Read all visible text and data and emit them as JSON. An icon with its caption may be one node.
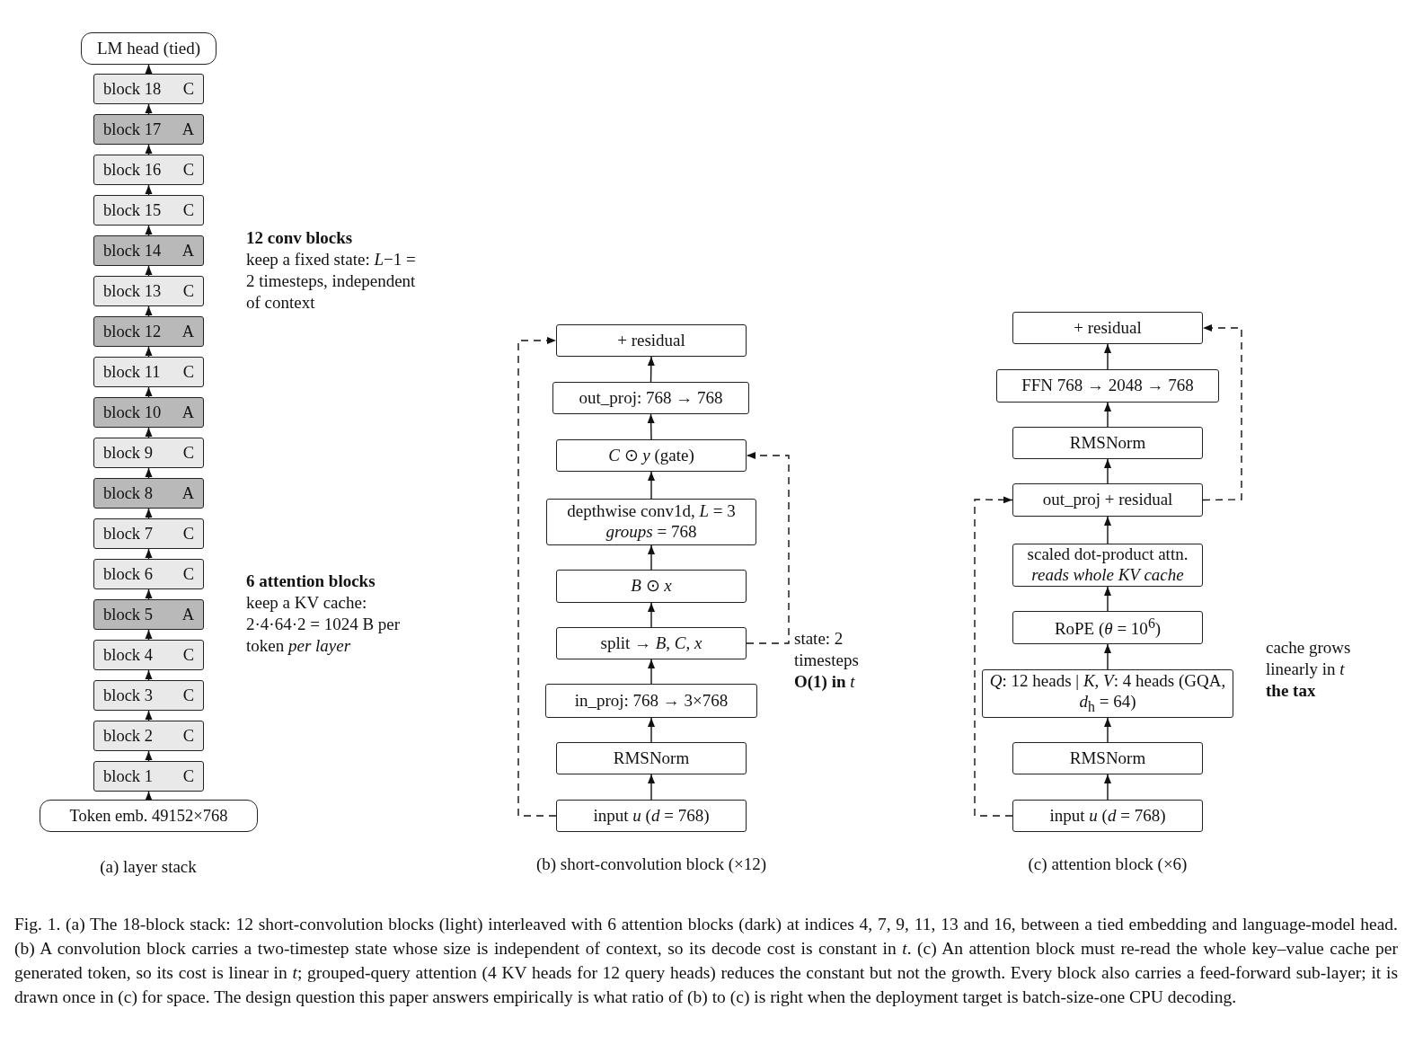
{
  "diagram": {
    "caption": "Fig. 1. (a) The 18-block stack: 12 short-convolution blocks (light) interleaved with 6 attention blocks (dark) at indices 4, 7, 9, 11, 13 and 16, between a tied embedding and language-model head. (b) A convolution block carries a two-timestep state whose size is independent of context, so its decode cost is constant in *t*. (c) An attention block must re-read the whole key–value cache per generated token, so its cost is linear in *t*; grouped-query attention (4 KV heads for 12 query heads) reduces the constant but not the growth. Every block also carries a feed-forward sub-layer; it is drawn once in (c) for space. The design question this paper answers empirically is what ratio of (b) to (c) is right when the deployment target is batch-size-one CPU decoding.",
    "nodes": [
      {
        "text": [
          "LM head (tied)"
        ]
      },
      {
        "text": [
          "block 18",
          "C"
        ]
      },
      {
        "text": [
          "block 17",
          "A"
        ]
      },
      {
        "text": [
          "block 16",
          "C"
        ]
      },
      {
        "text": [
          "block 15",
          "C"
        ]
      },
      {
        "text": [
          "block 14",
          "A"
        ]
      },
      {
        "text": [
          "block 13",
          "C"
        ]
      },
      {
        "text": [
          "block 12",
          "A"
        ]
      },
      {
        "text": [
          "block 11",
          "C"
        ]
      },
      {
        "text": [
          "block 10",
          "A"
        ]
      },
      {
        "text": [
          "block 9",
          "C"
        ]
      },
      {
        "text": [
          "block 8",
          "A"
        ]
      },
      {
        "text": [
          "block 7",
          "C"
        ]
      },
      {
        "text": [
          "block 6",
          "C"
        ]
      },
      {
        "text": [
          "block 5",
          "A"
        ]
      },
      {
        "text": [
          "block 4",
          "C"
        ]
      },
      {
        "text": [
          "block 3",
          "C"
        ]
      },
      {
        "text": [
          "block 2",
          "C"
        ]
      },
      {
        "text": [
          "block 1",
          "C"
        ]
      },
      {
        "text": [
          "Token emb. 49152×768"
        ]
      },
      {
        "text": [
          "+ residual"
        ]
      },
      {
        "text": [
          "out_proj: 768 → 768"
        ]
      },
      {
        "text": [
          "*C* ⊙ *y*  (gate)"
        ]
      },
      {
        "text": [
          "depthwise conv1d, *L* = 3 *groups* = 768"
        ]
      },
      {
        "text": [
          "*B* ⊙ *x*"
        ]
      },
      {
        "text": [
          "split → *B*,  *C*,  *x*"
        ]
      },
      {
        "text": [
          "in_proj: 768 → 3×768"
        ]
      },
      {
        "text": [
          "RMSNorm"
        ]
      },
      {
        "text": [
          "input *u*   (*d* = 768)"
        ]
      },
      {
        "text": [
          "+ residual"
        ]
      },
      {
        "text": [
          "FFN 768 → 2048 → 768"
        ]
      },
      {
        "text": [
          "RMSNorm"
        ]
      },
      {
        "text": [
          "out_proj  +  residual"
        ]
      },
      {
        "text": [
          "scaled dot-product attn. *reads whole KV cache*"
        ]
      },
      {
        "text": [
          "RoPE  (*θ* = 10$^{6}$)"
        ]
      },
      {
        "text": [
          "*Q*: 12 heads  |  *K*, *V*: 4 heads (GQA, *d*$_{h}$ = 64)"
        ]
      },
      {
        "text": [
          "RMSNorm"
        ]
      },
      {
        "text": [
          "input *u*   (*d* = 768)"
        ]
      }
    ],
    "edges": [
      {
        "from": 19,
        "to": 18,
        "arrow": "to"
      },
      {
        "from": 18,
        "to": 17,
        "arrow": "to"
      },
      {
        "from": 17,
        "to": 16,
        "arrow": "to"
      },
      {
        "from": 16,
        "to": 15,
        "arrow": "to"
      },
      {
        "from": 15,
        "to": 14,
        "arrow": "to"
      },
      {
        "from": 14,
        "to": 13,
        "arrow": "to"
      },
      {
        "from": 13,
        "to": 12,
        "arrow": "to"
      },
      {
        "from": 12,
        "to": 11,
        "arrow": "to"
      },
      {
        "from": 11,
        "to": 10,
        "arrow": "to"
      },
      {
        "from": 10,
        "to": 9,
        "arrow": "to"
      },
      {
        "from": 9,
        "to": 8,
        "arrow": "to"
      },
      {
        "from": 8,
        "to": 7,
        "arrow": "to"
      },
      {
        "from": 7,
        "to": 6,
        "arrow": "to"
      },
      {
        "from": 6,
        "to": 5,
        "arrow": "to"
      },
      {
        "from": 5,
        "to": 4,
        "arrow": "to"
      },
      {
        "from": 4,
        "to": 3,
        "arrow": "to"
      },
      {
        "from": 3,
        "to": 2,
        "arrow": "to"
      },
      {
        "from": 2,
        "to": 1,
        "arrow": "to"
      },
      {
        "from": 1,
        "to": 0,
        "arrow": "to"
      },
      {
        "from": 28,
        "to": 27,
        "arrow": "to"
      },
      {
        "from": 27,
        "to": 26,
        "arrow": "to"
      },
      {
        "from": 26,
        "to": 25,
        "arrow": "to"
      },
      {
        "from": 25,
        "to": 24,
        "arrow": "to"
      },
      {
        "from": 24,
        "to": 23,
        "arrow": "to"
      },
      {
        "from": 23,
        "to": 22,
        "arrow": "to"
      },
      {
        "from": 22,
        "to": 21,
        "arrow": "to"
      },
      {
        "from": 21,
        "to": 20,
        "arrow": "to"
      },
      {
        "from": 28,
        "to": 20,
        "arrow": "to",
        "style": "dashed"
      },
      {
        "from": 25,
        "to": 22,
        "arrow": "to",
        "style": "dashed",
        "label": "state: 2 timesteps **O(1) in** *t*"
      },
      {
        "from": 37,
        "to": 36,
        "arrow": "to"
      },
      {
        "from": 36,
        "to": 35,
        "arrow": "to"
      },
      {
        "from": 35,
        "to": 34,
        "arrow": "to"
      },
      {
        "from": 34,
        "to": 33,
        "arrow": "to"
      },
      {
        "from": 33,
        "to": 32,
        "arrow": "to"
      },
      {
        "from": 32,
        "to": 31,
        "arrow": "to"
      },
      {
        "from": 31,
        "to": 30,
        "arrow": "to"
      },
      {
        "from": 30,
        "to": 29,
        "arrow": "to"
      },
      {
        "from": 37,
        "to": 32,
        "arrow": "to",
        "style": "dashed"
      },
      {
        "from": 32,
        "to": 29,
        "arrow": "to",
        "style": "dashed"
      }
    ],
    "labels": [
      "12 conv blocks",
      "keep a fixed state: *L*−1 = 2 timesteps, independent of context",
      "6 attention blocks",
      "keep a KV cache: 2·4·64·2 = 1024 B per token *per layer*",
      "cache grows linearly in *t*",
      "the tax",
      "(a) layer stack",
      "(b) short-convolution block (×12)",
      "(c) attention block (×6)"
    ]
  }
}
